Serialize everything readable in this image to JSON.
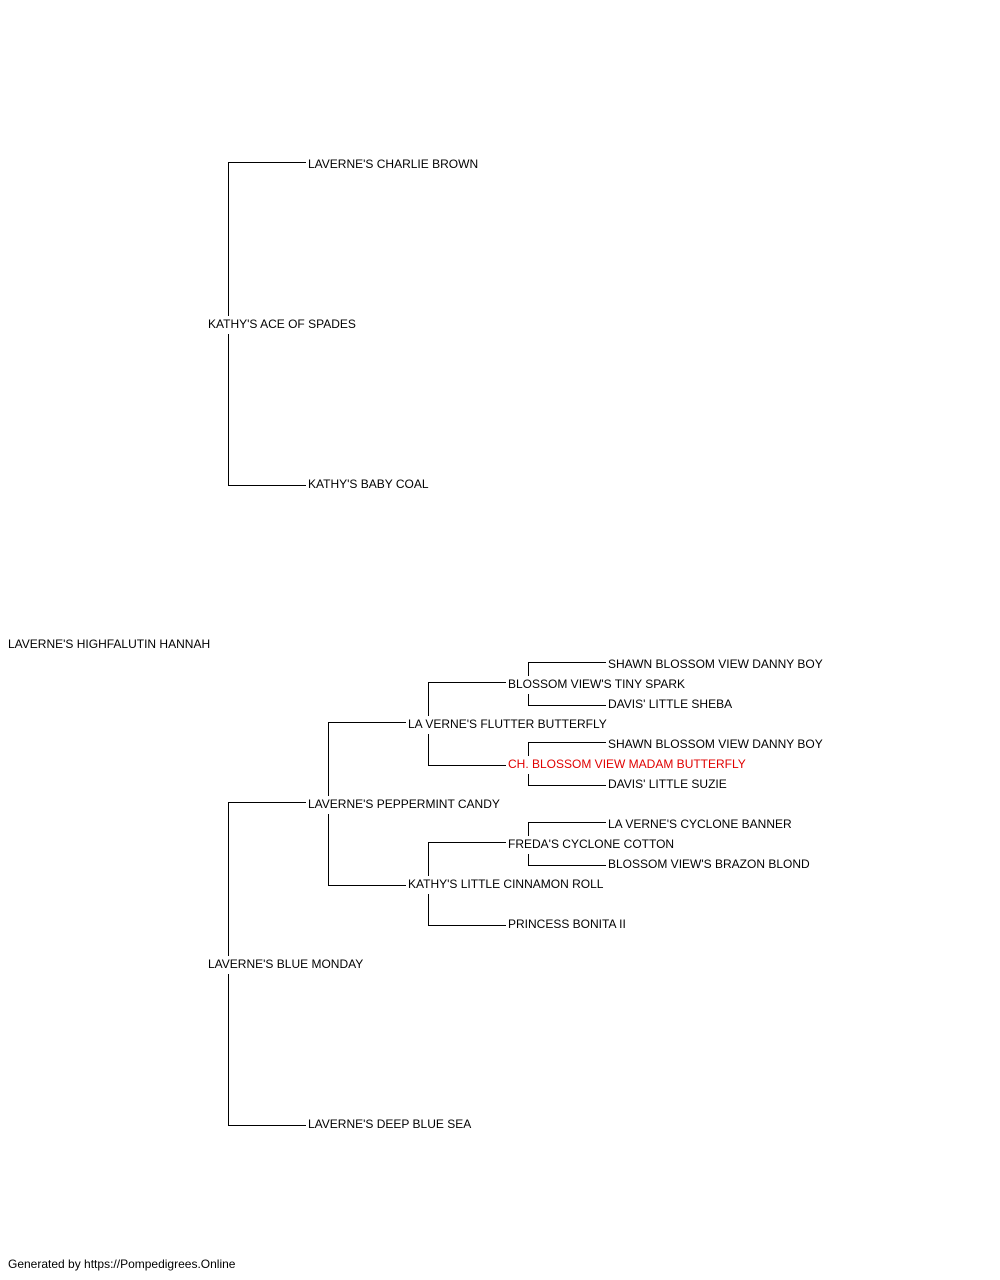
{
  "pedigree": {
    "subject": "LAVERNE'S HIGHFALUTIN HANNAH",
    "sire": "KATHY'S ACE OF SPADES",
    "sire_sire": "LAVERNE'S CHARLIE BROWN",
    "sire_dam": "KATHY'S BABY COAL",
    "dam": "LAVERNE'S BLUE MONDAY",
    "dam_sire": "LAVERNE'S PEPPERMINT CANDY",
    "dam_dam": "LAVERNE'S DEEP BLUE SEA",
    "dss": "LA VERNE'S FLUTTER BUTTERFLY",
    "dsd": "KATHY'S LITTLE CINNAMON ROLL",
    "dsss": "BLOSSOM VIEW'S TINY SPARK",
    "dssd": "CH. BLOSSOM VIEW MADAM BUTTERFLY",
    "dsds": "FREDA'S CYCLONE COTTON",
    "dsdd": "PRINCESS BONITA II",
    "dssss": "SHAWN BLOSSOM VIEW DANNY BOY",
    "dsssd": "DAVIS' LITTLE SHEBA",
    "dssds": "SHAWN BLOSSOM VIEW DANNY BOY",
    "dssdd": "DAVIS' LITTLE SUZIE",
    "dsdss": "LA VERNE'S CYCLONE BANNER",
    "dsdsd": "BLOSSOM VIEW'S BRAZON BLOND"
  },
  "highlight_color": "#e00000",
  "footer": "Generated by https://Pompedigrees.Online"
}
